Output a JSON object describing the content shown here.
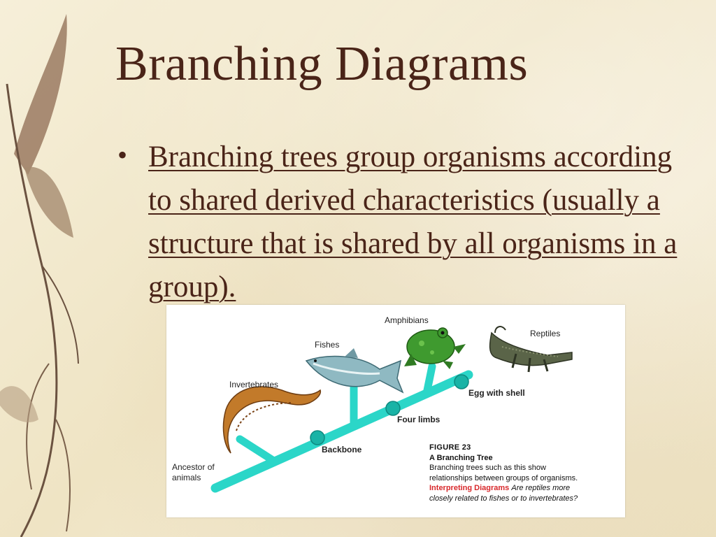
{
  "slide": {
    "title": "Branching Diagrams",
    "bullet": "Branching trees group organisms according to shared derived characteristics (usually a structure that is shared by all organisms in a group)."
  },
  "diagram": {
    "groups": {
      "invertebrates": "Invertebrates",
      "fishes": "Fishes",
      "amphibians": "Amphibians",
      "reptiles": "Reptiles"
    },
    "traits": {
      "backbone": "Backbone",
      "four_limbs": "Four limbs",
      "egg_with_shell": "Egg with shell"
    },
    "ancestor_line1": "Ancestor of",
    "ancestor_line2": "animals",
    "caption": {
      "figure": "FIGURE 23",
      "title": "A Branching Tree",
      "line1": "Branching trees such as this show",
      "line2": "relationships between groups of organisms.",
      "prompt_label": "Interpreting Diagrams",
      "question_part1": "Are reptiles more",
      "question_part2": "closely related to fishes or to invertebrates?"
    },
    "colors": {
      "branch": "#2bd6c8",
      "node": "#19b3a6",
      "caption_red": "#d8282b"
    }
  }
}
